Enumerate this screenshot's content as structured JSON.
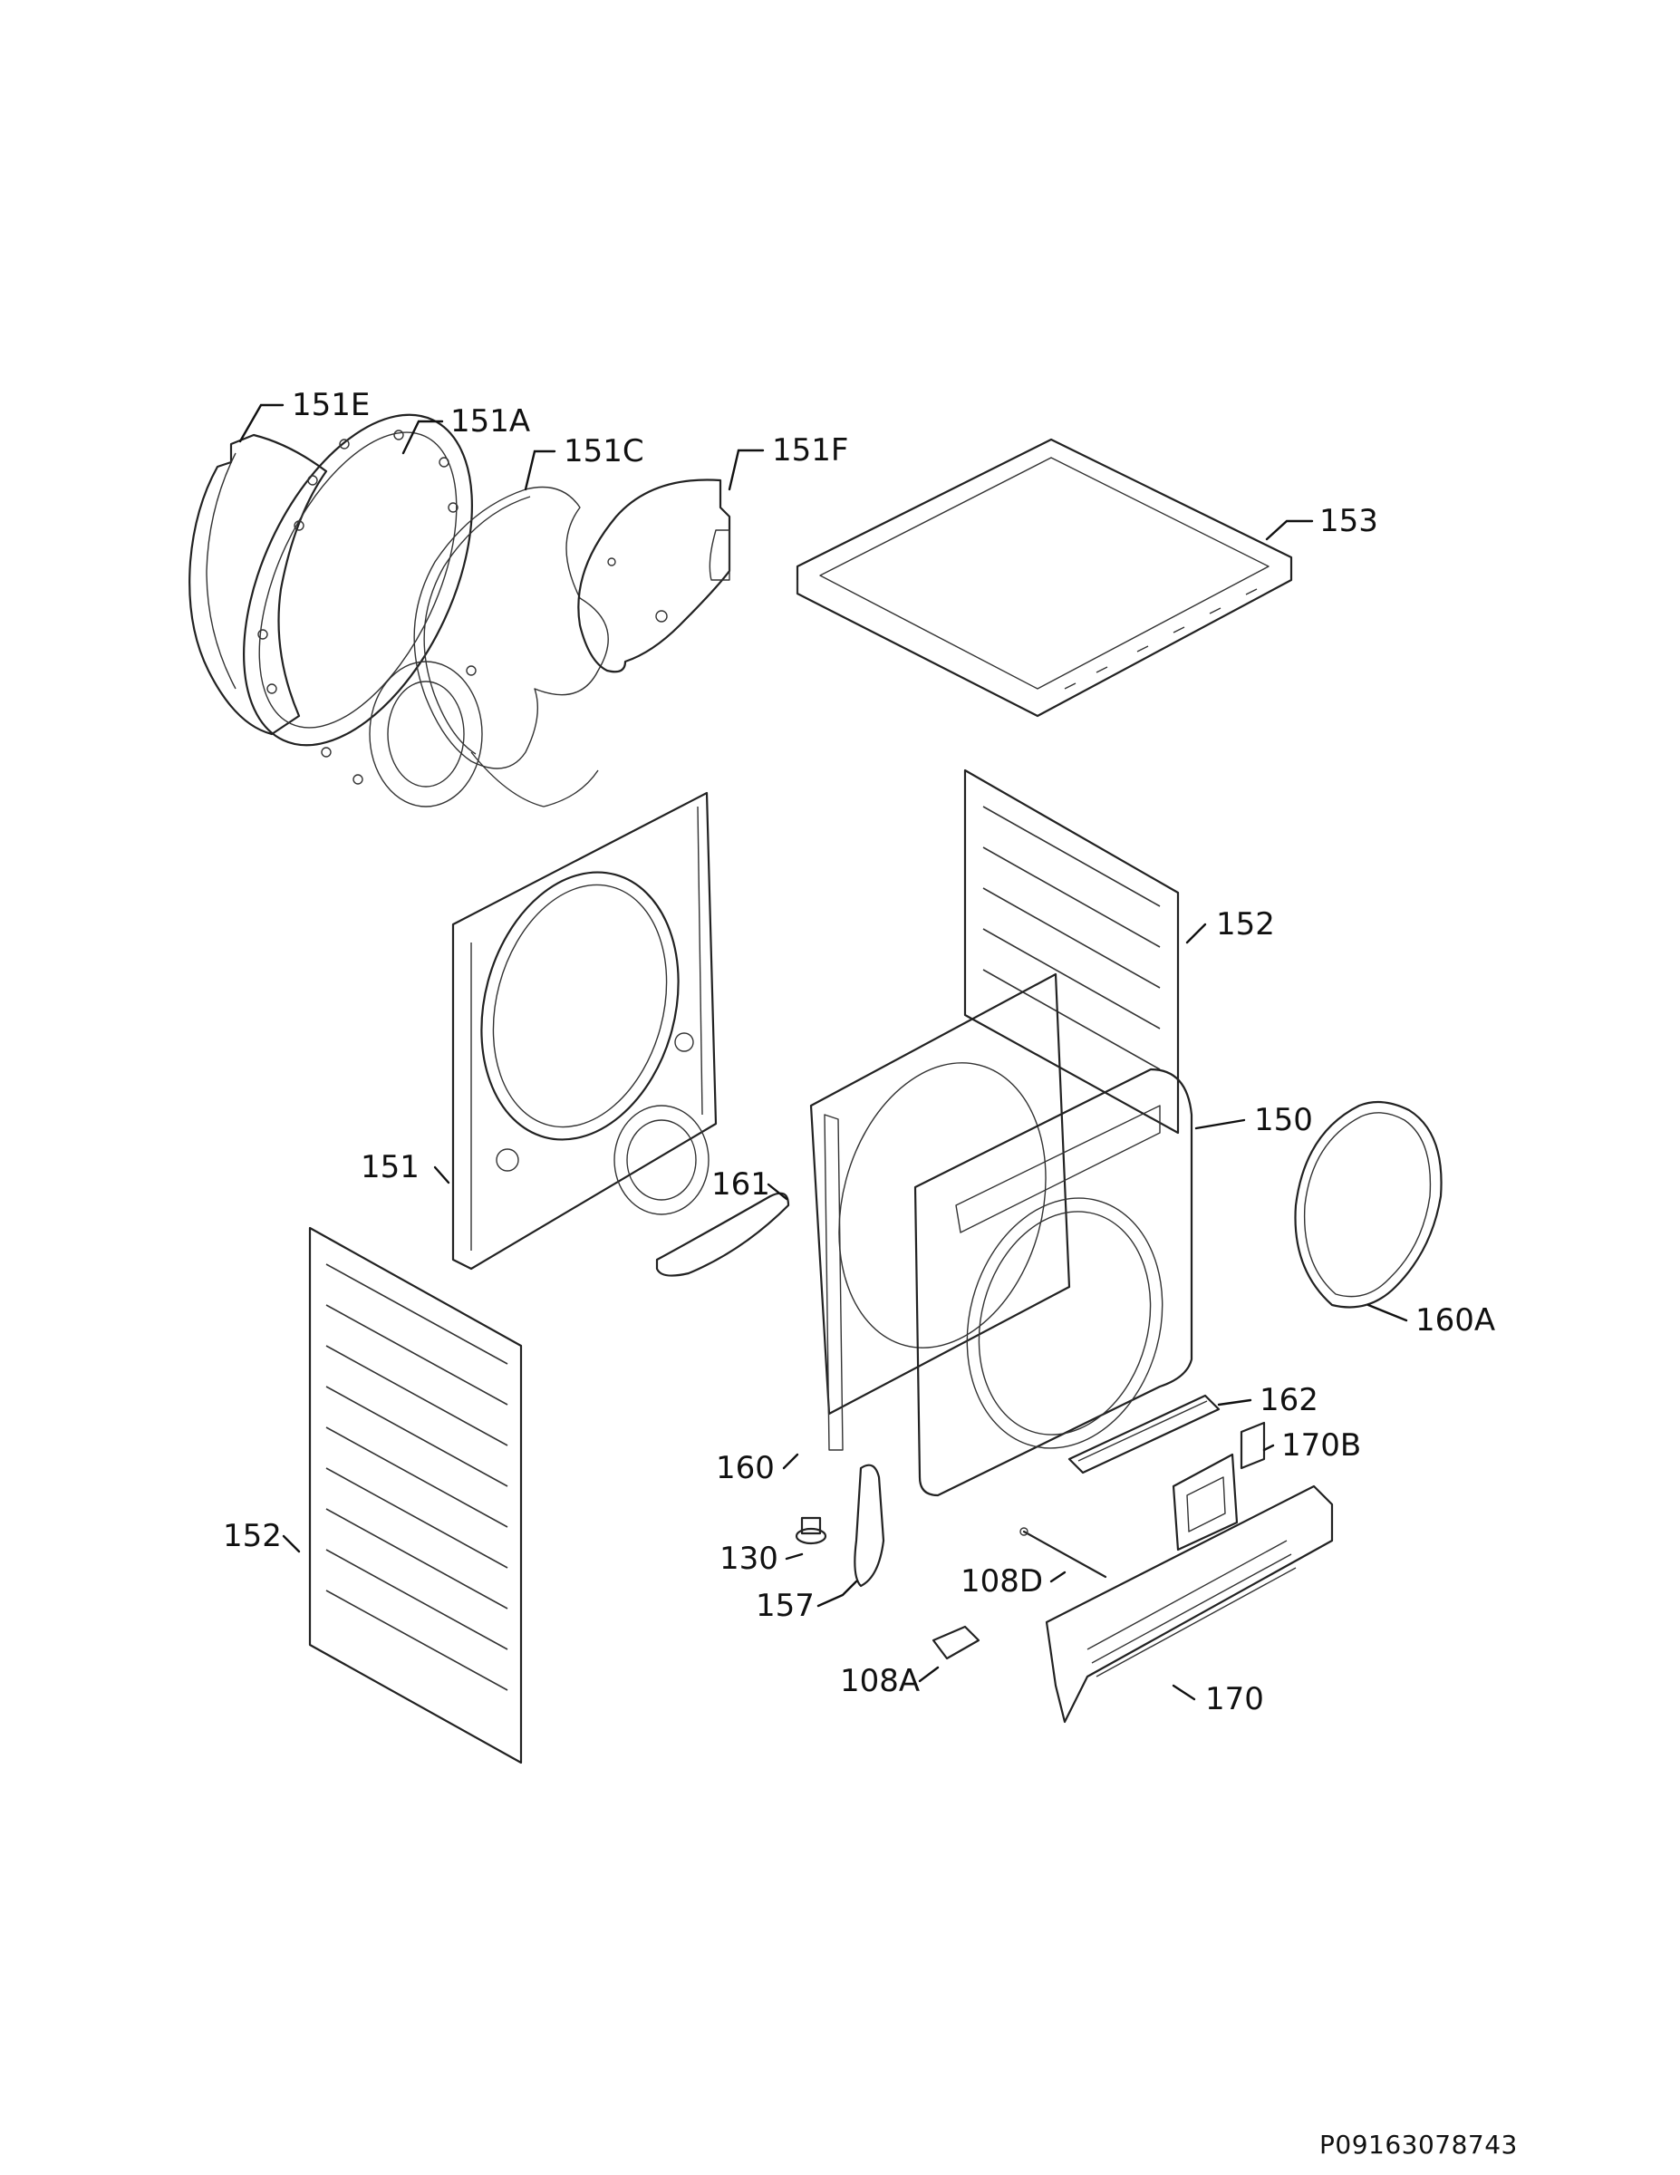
{
  "diagram": {
    "callouts": {
      "c151E": "151E",
      "c151A": "151A",
      "c151C": "151C",
      "c151F": "151F",
      "c153": "153",
      "c152_right": "152",
      "c150": "150",
      "c151": "151",
      "c161": "161",
      "c160A": "160A",
      "c162": "162",
      "c170B": "170B",
      "c160": "160",
      "c152_left": "152",
      "c130": "130",
      "c108D": "108D",
      "c157": "157",
      "c108A": "108A",
      "c170": "170"
    },
    "reference_code": "P09163078743"
  }
}
